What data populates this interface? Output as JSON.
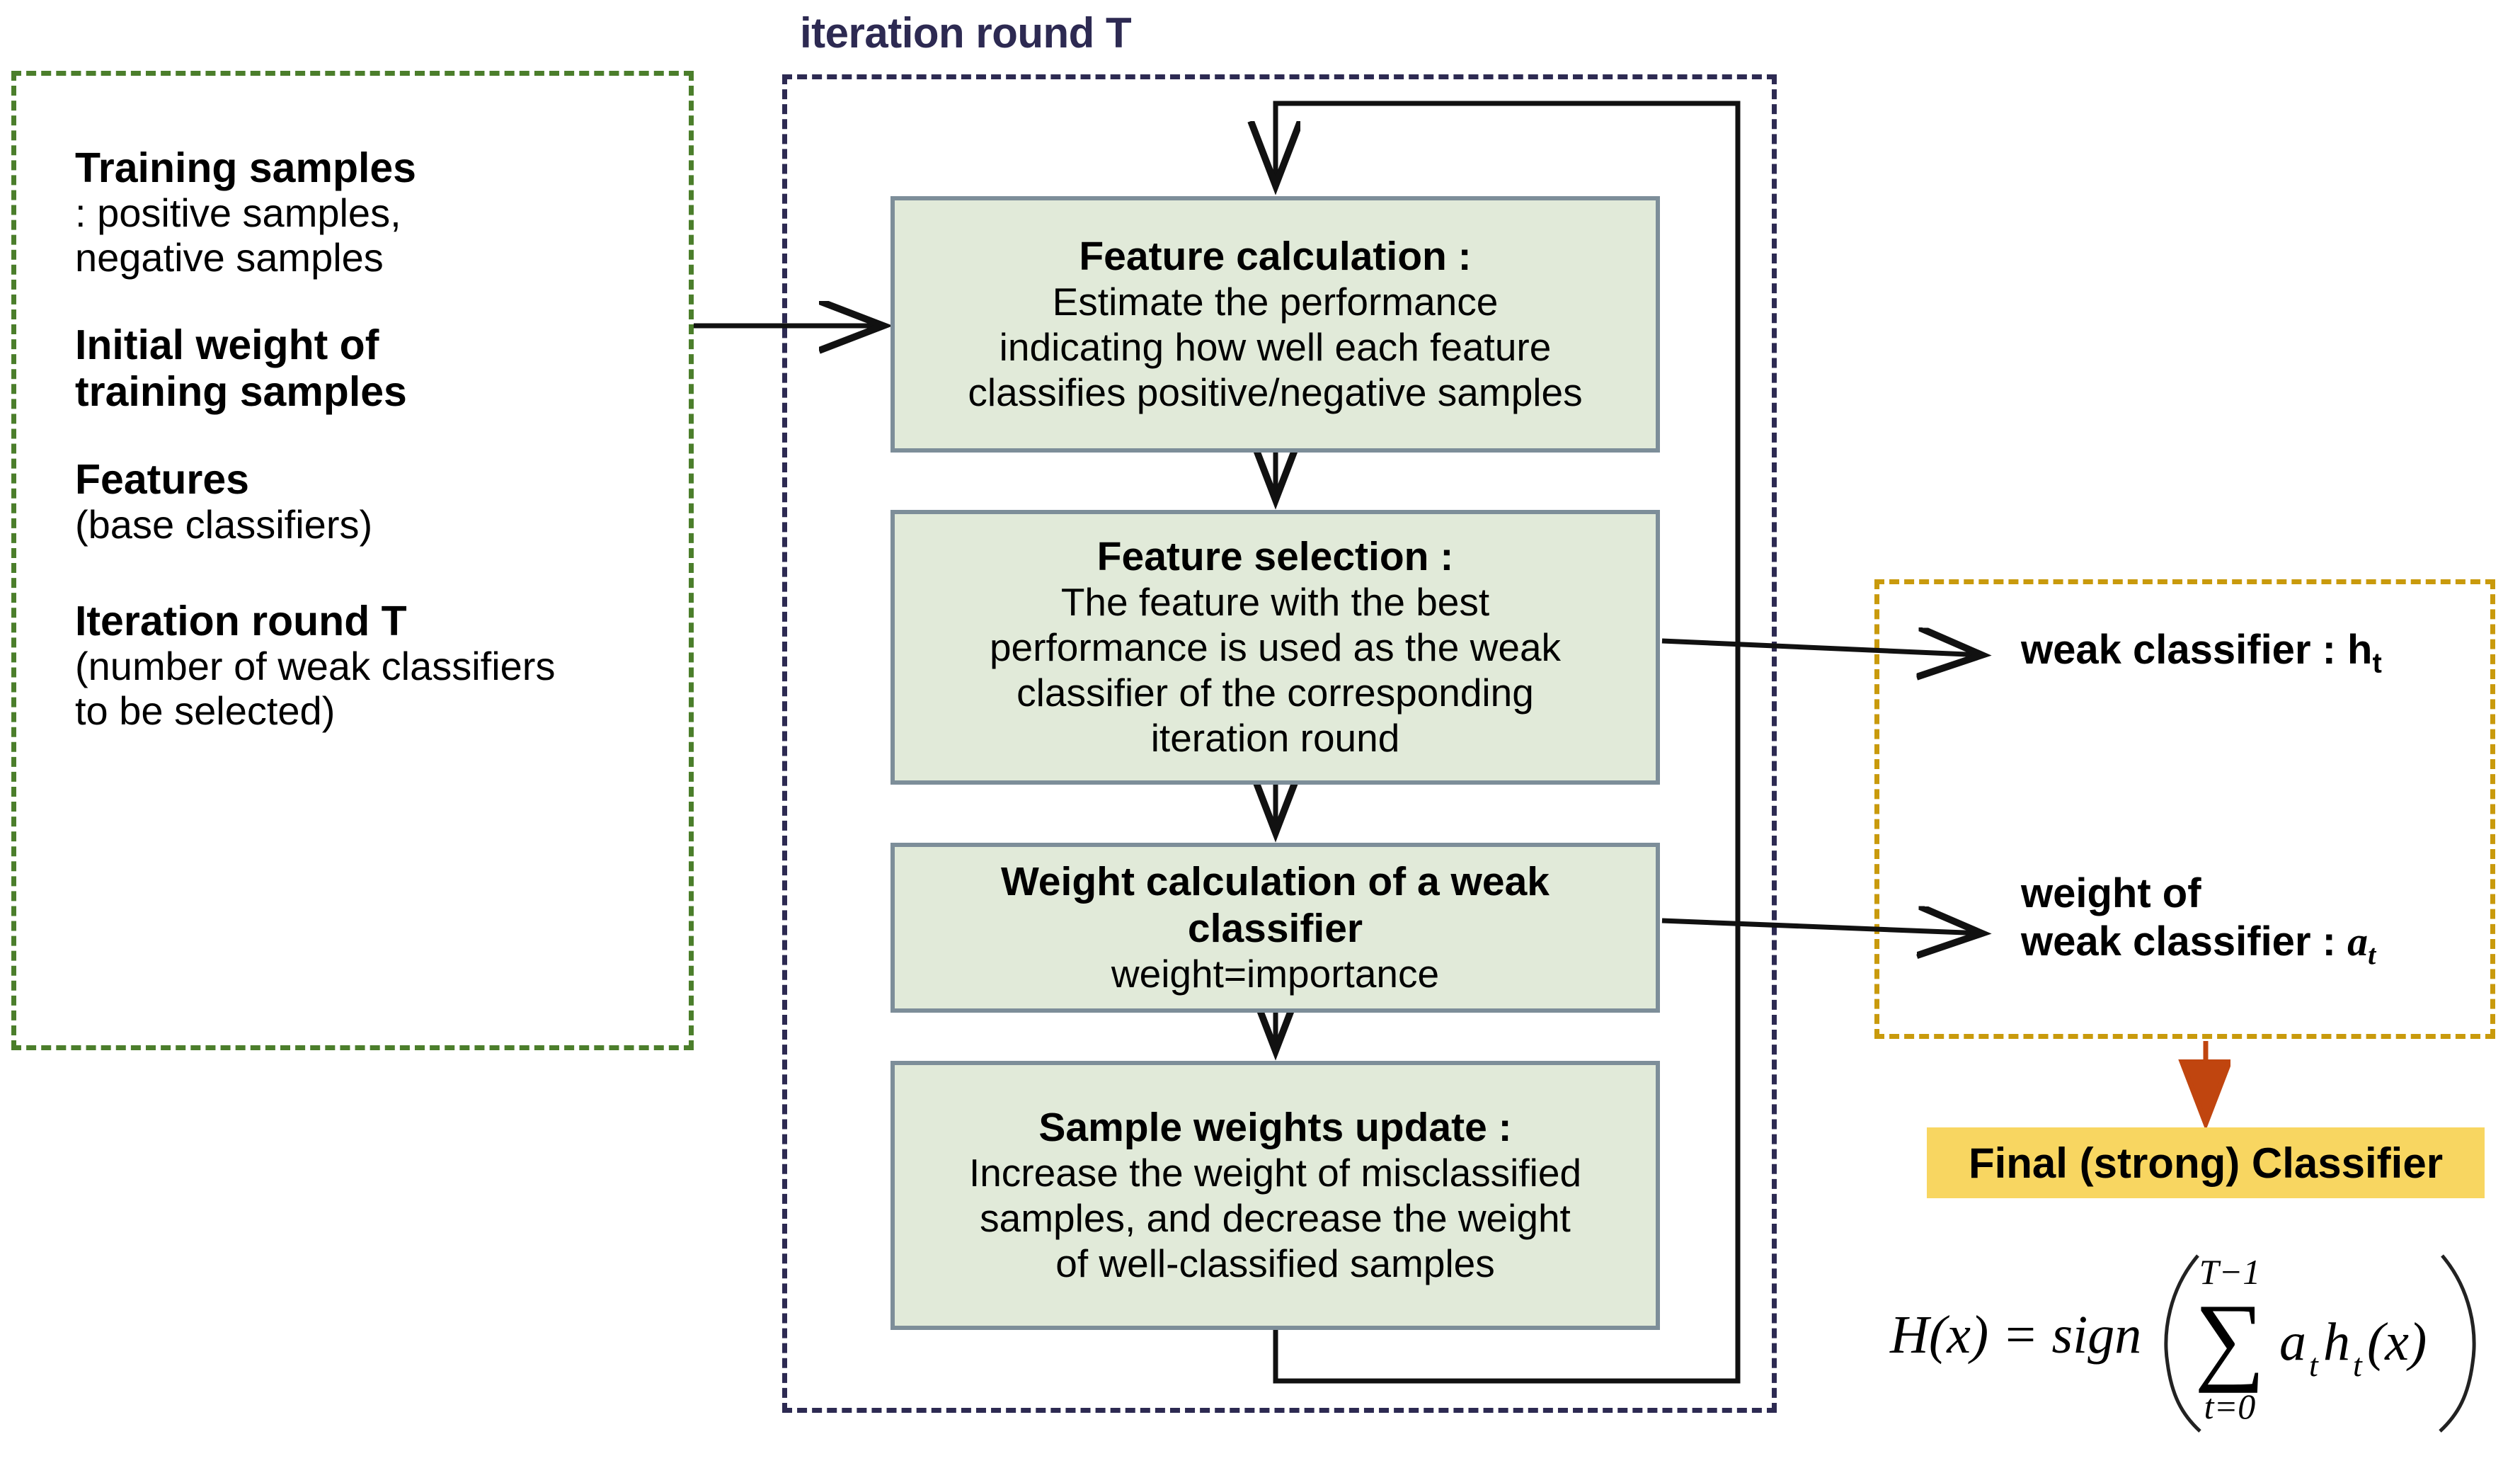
{
  "diagram": {
    "title": "iteration round T",
    "colors": {
      "input_border": "#4b7e2b",
      "loop_border": "#2d2a52",
      "output_border": "#c99a0c",
      "process_fill": "#e1ead9",
      "process_border": "#7d8e99",
      "final_highlight": "#f8d661",
      "final_arrow": "#c0450f"
    }
  },
  "inputs": [
    {
      "heading": "Training samples",
      "detail": ": positive samples,\n negative samples"
    },
    {
      "heading": "Initial weight of\ntraining samples",
      "detail": ""
    },
    {
      "heading": "Features",
      "detail": "(base classifiers)"
    },
    {
      "heading": "Iteration round T",
      "detail": "(number of weak classifiers\nto be selected)"
    }
  ],
  "process_steps": [
    {
      "title": "Feature calculation :",
      "body": "Estimate the performance\nindicating how well each feature\nclassifies positive/negative samples"
    },
    {
      "title": "Feature selection :",
      "body": "The feature with the best\nperformance is used as the weak\nclassifier of the corresponding\niteration round"
    },
    {
      "title": "Weight calculation of a weak\nclassifier",
      "body": "weight=importance"
    },
    {
      "title": "Sample weights update :",
      "body": "Increase the weight of misclassified\nsamples, and decrease the weight\nof well-classified samples"
    }
  ],
  "outputs": [
    {
      "label": "weak classifier : h",
      "subscript": "t"
    },
    {
      "label": "weight of\nweak classifier : ",
      "italic": "a",
      "subscript": "t"
    }
  ],
  "final": {
    "heading": "Final (strong) Classifier",
    "formula_plain": "H(x) = sign( sum_{t=0}^{T-1} a_t h_t(x) )",
    "formula_parts": {
      "lhs": "H(x) = sign",
      "upper_limit": "T−1",
      "lower_limit": "t=0",
      "sigma": "∑",
      "summand": "a₝h₝(x)"
    }
  }
}
